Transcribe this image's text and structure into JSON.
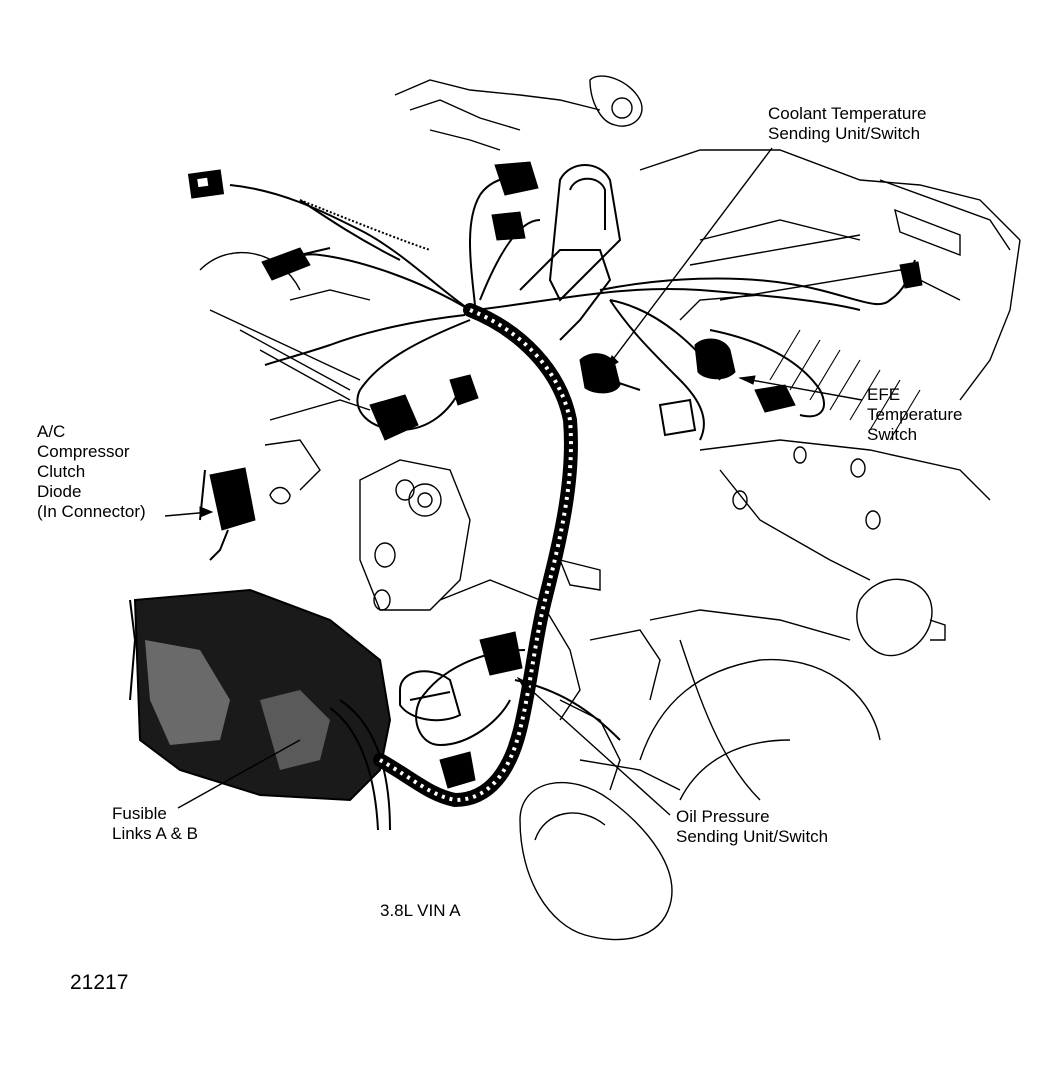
{
  "labels": {
    "coolant_temp": [
      "Coolant Temperature",
      "Sending Unit/Switch"
    ],
    "efe_temp": [
      "EFE",
      "Temperature",
      "Switch"
    ],
    "ac_diode": [
      "A/C",
      "Compressor",
      "Clutch",
      "Diode",
      "(In Connector)"
    ],
    "fusible_links": [
      "Fusible",
      "Links A & B"
    ],
    "oil_pressure": [
      "Oil Pressure",
      "Sending Unit/Switch"
    ],
    "engine": "3.8L VIN A",
    "figure_number": "21217"
  }
}
